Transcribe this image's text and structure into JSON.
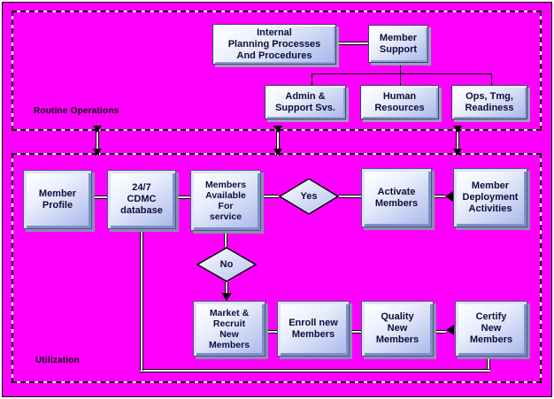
{
  "diagram": {
    "colors": {
      "background": "#ff00ff",
      "node_fill_light": "#ffffff",
      "node_fill_dark": "#a6b6ea",
      "node_border": "#39406b",
      "node_text": "#0d0d3d",
      "shadow": "#98a0ba",
      "connector": "#000000",
      "region_dash": "#000000 on #ffffff"
    },
    "regions": {
      "routine_operations": {
        "label": "Routine Operations"
      },
      "utilization": {
        "label": "Utilization"
      }
    },
    "nodes": {
      "internal_planning": {
        "label": "Internal\nPlanning Processes\nAnd Procedures"
      },
      "member_support": {
        "label": "Member\nSupport"
      },
      "admin_support": {
        "label": "Admin &\nSupport Svs."
      },
      "human_resources": {
        "label": "Human\nResources"
      },
      "ops_tmg_readiness": {
        "label": "Ops, Tmg,\nReadiness"
      },
      "member_profile": {
        "label": "Member\nProfile"
      },
      "cdmc_database": {
        "label": "24/7\nCDMC\ndatabase"
      },
      "members_available": {
        "label": "Members\nAvailable\nFor\nservice"
      },
      "activate_members": {
        "label": "Activate\nMembers"
      },
      "member_deployment": {
        "label": "Member\nDeployment\nActivities"
      },
      "market_recruit": {
        "label": "Market &\nRecruit\nNew\nMembers"
      },
      "enroll_members": {
        "label": "Enroll new\nMembers"
      },
      "quality_members": {
        "label": "Quality\nNew\nMembers"
      },
      "certify_members": {
        "label": "Certify\nNew\nMembers"
      }
    },
    "decisions": {
      "yes": {
        "label": "Yes"
      },
      "no": {
        "label": "No"
      }
    }
  }
}
